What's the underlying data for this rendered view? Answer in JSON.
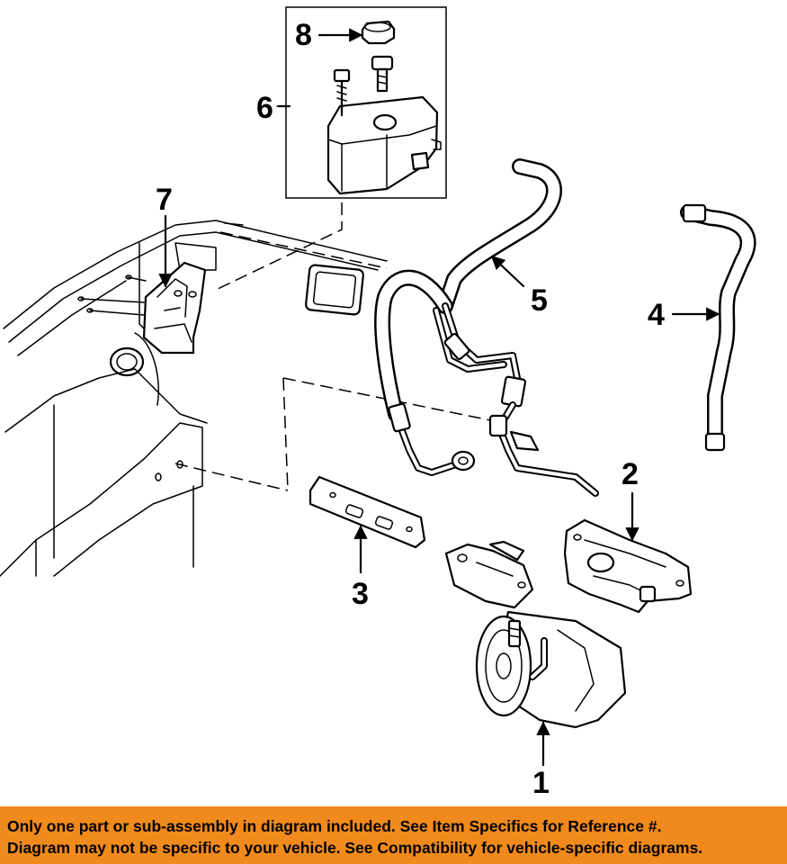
{
  "callouts": {
    "c1": "1",
    "c2": "2",
    "c3": "3",
    "c4": "4",
    "c5": "5",
    "c6": "6",
    "c7": "7",
    "c8": "8"
  },
  "banner": {
    "line1": "Only one part or sub-assembly in diagram included. See Item Specifics for Reference #.",
    "line2": "Diagram may not be specific to your vehicle. See Compatibility for vehicle-specific diagrams."
  },
  "colors": {
    "banner_bg": "#f08a1c",
    "ink": "#000000",
    "paper": "#ffffff"
  }
}
